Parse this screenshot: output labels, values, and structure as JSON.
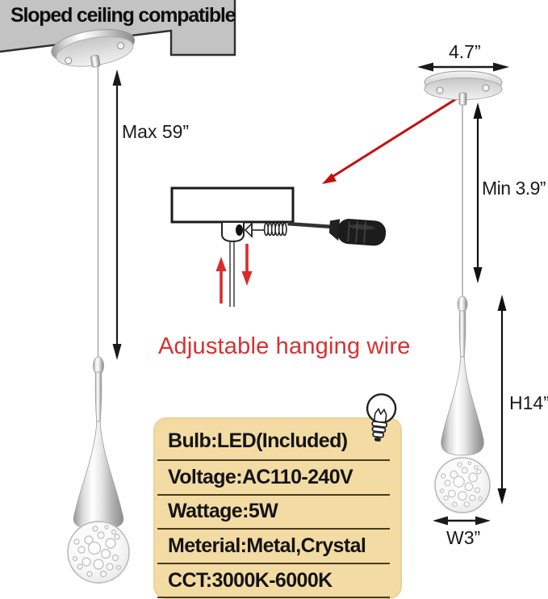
{
  "banner": {
    "label": "Sloped ceiling compatible"
  },
  "callout": {
    "label": "Adjustable hanging wire"
  },
  "measurements": {
    "max_drop": "Max 59”",
    "canopy_diameter": "4.7”",
    "min_drop": "Min 3.9”",
    "pendant_height": "H14”",
    "pendant_width": "W3”"
  },
  "spec_box": {
    "rows": [
      "Bulb:LED(Included)",
      "Voltage:AC110-240V",
      "Wattage:5W",
      "Meterial:Metal,Crystal",
      "CCT:3000K-6000K"
    ]
  },
  "icons": {
    "bulb": "light-bulb-icon",
    "screwdriver": "screwdriver-icon"
  },
  "colors": {
    "ceiling_gray": "#c3c3c3",
    "accent_red": "#d92b2b",
    "callout_red": "#d93030",
    "spec_box_bg": "#f3dba4",
    "spec_underline": "#4a3b1c",
    "ink": "#1a1a1a"
  }
}
